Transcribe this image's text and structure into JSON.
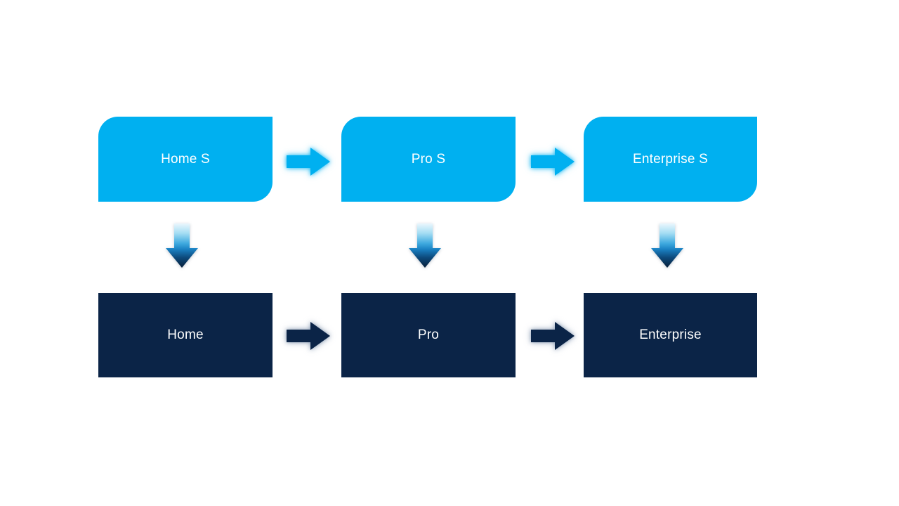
{
  "diagram": {
    "top_boxes": [
      {
        "label": "Home S"
      },
      {
        "label": "Pro S"
      },
      {
        "label": "Enterprise S"
      }
    ],
    "bottom_boxes": [
      {
        "label": "Home"
      },
      {
        "label": "Pro"
      },
      {
        "label": "Enterprise"
      }
    ],
    "colors": {
      "background": "#FFFFFF",
      "top_box_fill": "#00B0F0",
      "bottom_box_fill": "#0B2447",
      "label_text": "#FFFFFF",
      "light_arrow_fill": "#00B0F0",
      "light_arrow_glow": "#7FD6F7",
      "dark_arrow_fill": "#0B2447",
      "dark_arrow_glow": "#8FA3BC",
      "down_arrow_gradient_top": "#EAF7FD",
      "down_arrow_gradient_mid": "#3FAADF",
      "down_arrow_gradient_bottom": "#071E38"
    }
  }
}
